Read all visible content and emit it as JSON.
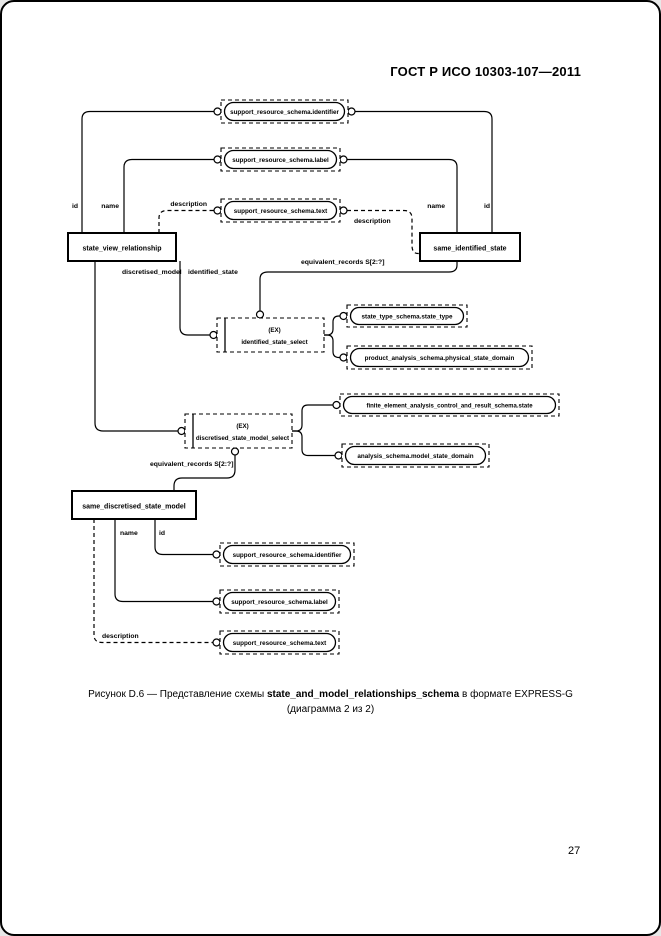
{
  "page": {
    "header": "ГОСТ Р ИСО 10303-107—2011",
    "page_number": "27"
  },
  "caption": {
    "prefix": "Рисунок  D.6 — Представление схемы ",
    "schema_name": "state_and_model_relationships_schema",
    "suffix": " в формате EXPRESS-G",
    "line2": "(диаграмма 2 из 2)"
  },
  "diagram": {
    "entities": {
      "state_view_relationship": "state_view_relationship",
      "same_identified_state": "same_identified_state",
      "same_discretised_state_model": "same_discretised_state_model"
    },
    "selects": {
      "identified_state_select": {
        "marker": "(EX)",
        "name": "identified_state_select"
      },
      "discretised_state_model_select": {
        "marker": "(EX)",
        "name": "discretised_state_model_select"
      }
    },
    "refs": {
      "identifier_top": "support_resource_schema.identifier",
      "label_top": "support_resource_schema.label",
      "text_top": "support_resource_schema.text",
      "state_type": "state_type_schema.state_type",
      "physical_state_domain": "product_analysis_schema.physical_state_domain",
      "fea_state": "finite_element_analysis_control_and_result_schema.state",
      "model_state_domain": "analysis_schema.model_state_domain",
      "identifier_bottom": "support_resource_schema.identifier",
      "label_bottom": "support_resource_schema.label",
      "text_bottom": "support_resource_schema.text"
    },
    "edge_labels": {
      "id_left": "id",
      "name_left": "name",
      "description_left": "description",
      "name_right": "name",
      "id_right": "id",
      "description_right": "description",
      "equivalent_records_top": "equivalent_records S[2:?]",
      "discretised_model": "discretised_model",
      "identified_state": "identified_state",
      "equivalent_records_bottom": "equivalent_records S[2:?]",
      "name_bottom": "name",
      "id_bottom": "id",
      "description_bottom": "description"
    }
  }
}
